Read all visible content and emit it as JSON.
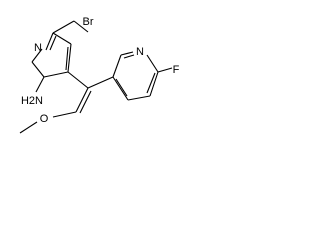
{
  "molecule": {
    "atoms": {
      "br": "Br",
      "n_pyridine_left": "N",
      "nh2": "H2N",
      "o_methoxy": "O",
      "n_pyridine_right": "N",
      "f": "F"
    }
  }
}
